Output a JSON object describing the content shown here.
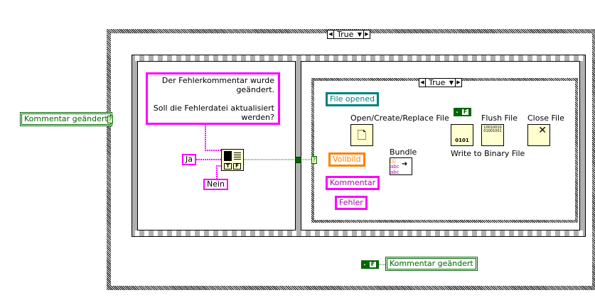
{
  "outer_case": {
    "selector": "True"
  },
  "left_indicator": {
    "label": "Kommentar geändert",
    "tunnel": "?"
  },
  "frame1": {
    "message": "Der Fehlerkommentar wurde geändert.\n\nSoll die Fehlerdatei aktualisiert werden?",
    "message_lines": [
      "Der Fehlerkommentar wurde",
      "geändert.",
      "",
      "Soll die Fehlerdatei aktualisiert",
      "werden?"
    ],
    "yes_const": "Ja",
    "no_const": "Nein",
    "dialog_icon": "two-button-dialog-icon"
  },
  "frame2": {
    "tunnel": "?",
    "inner_case": {
      "selector": "True"
    },
    "file_opened": "File opened",
    "open_label": "Open/Create/Replace File",
    "write_label": "Write to Binary File",
    "flush_label": "Flush File",
    "close_label": "Close File",
    "bundle_label": "Bundle",
    "vollbild": "Vollbild",
    "kommentar": "Kommentar",
    "fehler": "Fehler",
    "bool_const": "F"
  },
  "bottom": {
    "bool_const": "F",
    "indicator": "Kommentar geändert"
  },
  "colors": {
    "string": "#ff00ff",
    "boolean": "#006600",
    "refnum": "#007f7f",
    "cluster": "#ff8000"
  }
}
